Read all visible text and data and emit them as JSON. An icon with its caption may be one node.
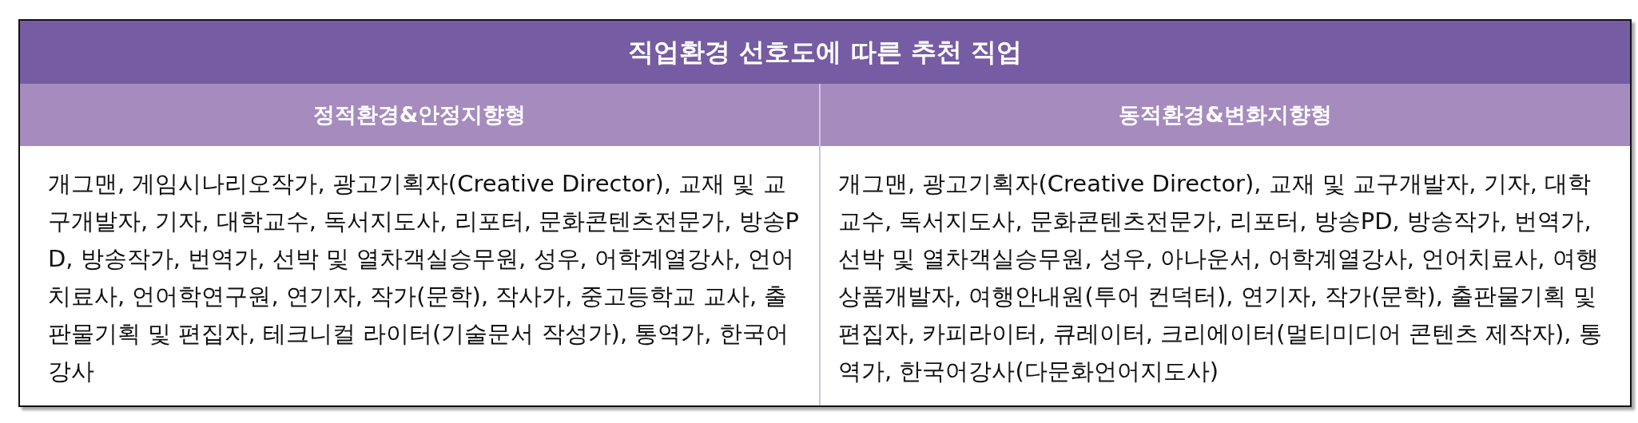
{
  "diagram": {
    "title": "직업환경 선호도에 따른 추천 직업",
    "labels": [
      "정적환경&안정지향형",
      "동적환경&변화지향형",
      "개그맨, 게임시나리오작가, 광고기획자(Creative Director), 교재 및 교구개발자, 기자, 대학교수, 독서지도사, 리포터, 문화콘텐츠전문가, 방송PD, 방송작가, 번역가, 선박 및 열차객실승무원, 성우, 어학계열강사, 언어치료사, 언어학연구원, 연기자, 작가(문학), 작사가, 중고등학교 교사, 출판물기획 및 편집자, 테크니컬 라이터(기술문서 작성가), 통역가, 한국어강사",
      "개그맨, 광고기획자(Creative Director), 교재 및 교구개발자, 기자, 대학교수, 독서지도사, 문화콘텐츠전문가, 리포터, 방송PD, 방송작가, 번역가, 선박 및 열차객실승무원, 성우, 아나운서, 어학계열강사, 언어치료사, 여행상품개발자, 여행안내원(투어 컨덕터), 연기자, 작가(문학), 출판물기획 및 편집자, 카피라이터, 큐레이터, 크리에이터(멀티미디어 콘텐츠 제작자), 통역가, 한국어강사(다문화언어지도사)"
    ]
  }
}
